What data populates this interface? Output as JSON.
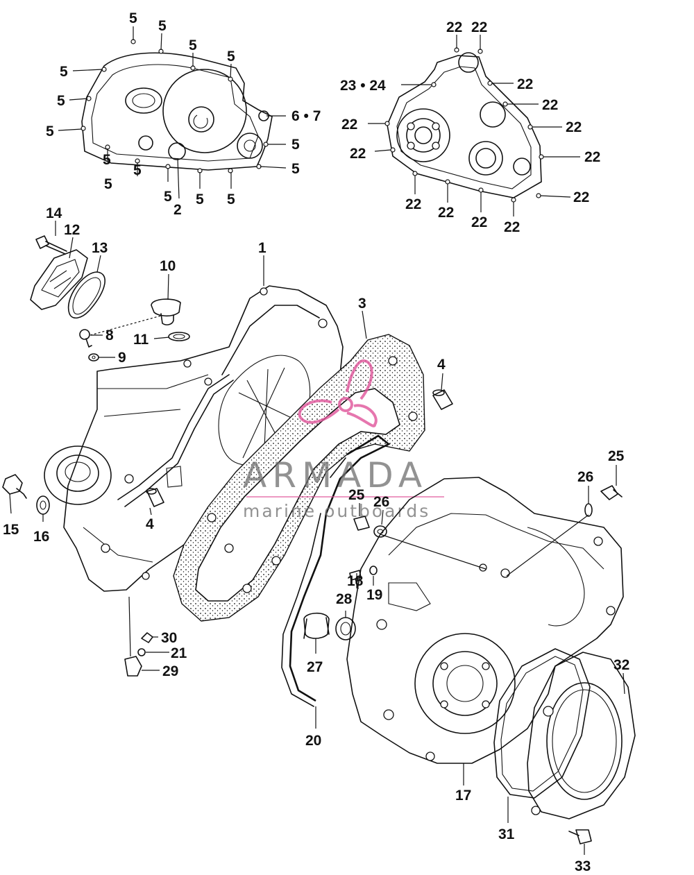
{
  "watermark": {
    "title": "ARMADA",
    "subtitle": "marine outboards",
    "brand_color": "#e0559a"
  },
  "callouts": [
    {
      "id": "c-5a",
      "text": "5"
    },
    {
      "id": "c-5b",
      "text": "5"
    },
    {
      "id": "c-5c",
      "text": "5"
    },
    {
      "id": "c-5d",
      "text": "5"
    },
    {
      "id": "c-5e",
      "text": "5"
    },
    {
      "id": "c-5f",
      "text": "5"
    },
    {
      "id": "c-5g",
      "text": "5"
    },
    {
      "id": "c-5h",
      "text": "5"
    },
    {
      "id": "c-5i",
      "text": "5"
    },
    {
      "id": "c-5j",
      "text": "5"
    },
    {
      "id": "c-5k",
      "text": "5"
    },
    {
      "id": "c-5l",
      "text": "5"
    },
    {
      "id": "c-5m",
      "text": "5"
    },
    {
      "id": "c-5n",
      "text": "5"
    },
    {
      "id": "c-5o",
      "text": "5"
    },
    {
      "id": "c-2",
      "text": "2"
    },
    {
      "id": "c-67",
      "text": "6 • 7"
    },
    {
      "id": "c-22a",
      "text": "22"
    },
    {
      "id": "c-22b",
      "text": "22"
    },
    {
      "id": "c-22c",
      "text": "22"
    },
    {
      "id": "c-22d",
      "text": "22"
    },
    {
      "id": "c-22e",
      "text": "22"
    },
    {
      "id": "c-22f",
      "text": "22"
    },
    {
      "id": "c-22g",
      "text": "22"
    },
    {
      "id": "c-22h",
      "text": "22"
    },
    {
      "id": "c-22i",
      "text": "22"
    },
    {
      "id": "c-22j",
      "text": "22"
    },
    {
      "id": "c-22k",
      "text": "22"
    },
    {
      "id": "c-22l",
      "text": "22"
    },
    {
      "id": "c-22m",
      "text": "22"
    },
    {
      "id": "c-2324",
      "text": "23 • 24"
    },
    {
      "id": "c-14",
      "text": "14"
    },
    {
      "id": "c-12",
      "text": "12"
    },
    {
      "id": "c-13",
      "text": "13"
    },
    {
      "id": "c-10",
      "text": "10"
    },
    {
      "id": "c-1",
      "text": "1"
    },
    {
      "id": "c-3",
      "text": "3"
    },
    {
      "id": "c-8",
      "text": "8"
    },
    {
      "id": "c-9",
      "text": "9"
    },
    {
      "id": "c-11",
      "text": "11"
    },
    {
      "id": "c-4a",
      "text": "4"
    },
    {
      "id": "c-4b",
      "text": "4"
    },
    {
      "id": "c-15",
      "text": "15"
    },
    {
      "id": "c-16",
      "text": "16"
    },
    {
      "id": "c-25a",
      "text": "25"
    },
    {
      "id": "c-26a",
      "text": "26"
    },
    {
      "id": "c-25b",
      "text": "25"
    },
    {
      "id": "c-26b",
      "text": "26"
    },
    {
      "id": "c-18",
      "text": "18"
    },
    {
      "id": "c-19",
      "text": "19"
    },
    {
      "id": "c-28",
      "text": "28"
    },
    {
      "id": "c-27",
      "text": "27"
    },
    {
      "id": "c-30",
      "text": "30"
    },
    {
      "id": "c-21",
      "text": "21"
    },
    {
      "id": "c-29",
      "text": "29"
    },
    {
      "id": "c-20",
      "text": "20"
    },
    {
      "id": "c-17",
      "text": "17"
    },
    {
      "id": "c-32",
      "text": "32"
    },
    {
      "id": "c-31",
      "text": "31"
    },
    {
      "id": "c-33",
      "text": "33"
    }
  ]
}
